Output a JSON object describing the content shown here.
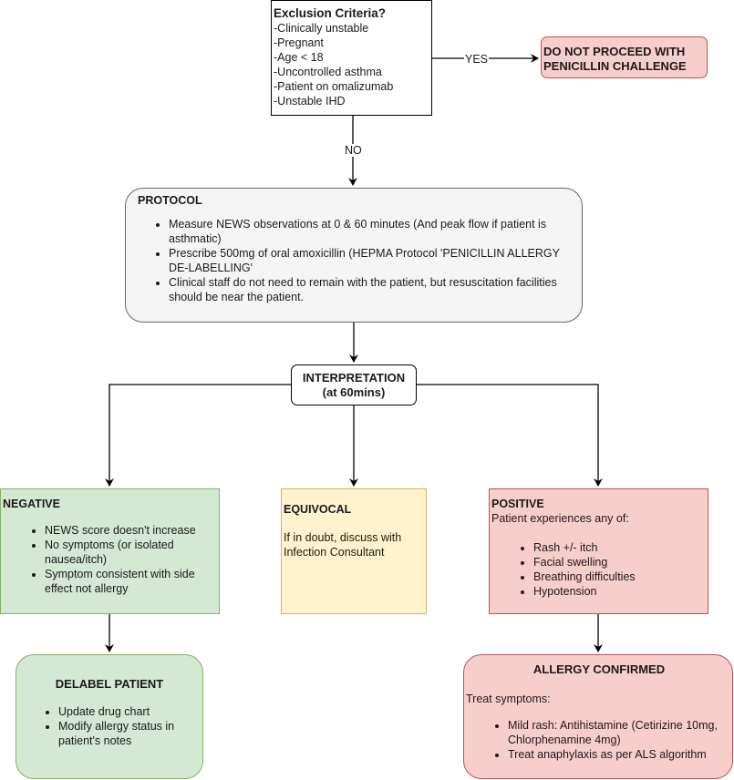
{
  "colors": {
    "green_fill": "#d5e8d4",
    "green_stroke": "#82b366",
    "red_fill": "#f8cecc",
    "red_stroke": "#b85450",
    "yellow_fill": "#fff2cc",
    "yellow_stroke": "#d6b656",
    "grey_fill": "#f5f5f5",
    "grey_stroke": "#666666"
  },
  "exclusion": {
    "title": "Exclusion Criteria?",
    "items": [
      "-Clinically unstable",
      "-Pregnant",
      "-Age < 18",
      "-Uncontrolled asthma",
      "-Patient on omalizumab",
      "-Unstable IHD"
    ]
  },
  "edges": {
    "yes": "YES",
    "no": "NO"
  },
  "stop": {
    "line1": "DO NOT PROCEED WITH",
    "line2": "PENICILLIN CHALLENGE"
  },
  "protocol": {
    "title": "PROTOCOL",
    "items": [
      "Measure NEWS observations at 0 & 60 minutes (And peak flow if patient is asthmatic)",
      "Prescribe 500mg of oral amoxicillin (HEPMA Protocol 'PENICILLIN ALLERGY DE-LABELLING'",
      "Clinical staff do not need to remain with the patient, but resuscitation facilities should be near the patient."
    ]
  },
  "interpretation": {
    "line1": "INTERPRETATION",
    "line2": "(at 60mins)"
  },
  "negative": {
    "title": "NEGATIVE",
    "items": [
      "NEWS score doesn't increase",
      "No symptoms (or isolated nausea/itch)",
      "Symptom consistent with side effect not allergy"
    ]
  },
  "equivocal": {
    "title": "EQUIVOCAL",
    "text": "If in doubt, discuss with Infection Consultant"
  },
  "positive": {
    "title": "POSITIVE",
    "subtitle": "Patient experiences any of:",
    "items": [
      "Rash +/- itch",
      "Facial swelling",
      "Breathing difficulties",
      "Hypotension"
    ]
  },
  "delabel": {
    "title": "DELABEL PATIENT",
    "items": [
      "Update drug chart",
      "Modify allergy status in patient's notes"
    ]
  },
  "confirmed": {
    "title": "ALLERGY CONFIRMED",
    "subtitle": "Treat symptoms:",
    "items": [
      "Mild rash: Antihistamine (Cetirizine 10mg, Chlorphenamine 4mg)",
      "Treat anaphylaxis as per ALS algorithm"
    ]
  }
}
